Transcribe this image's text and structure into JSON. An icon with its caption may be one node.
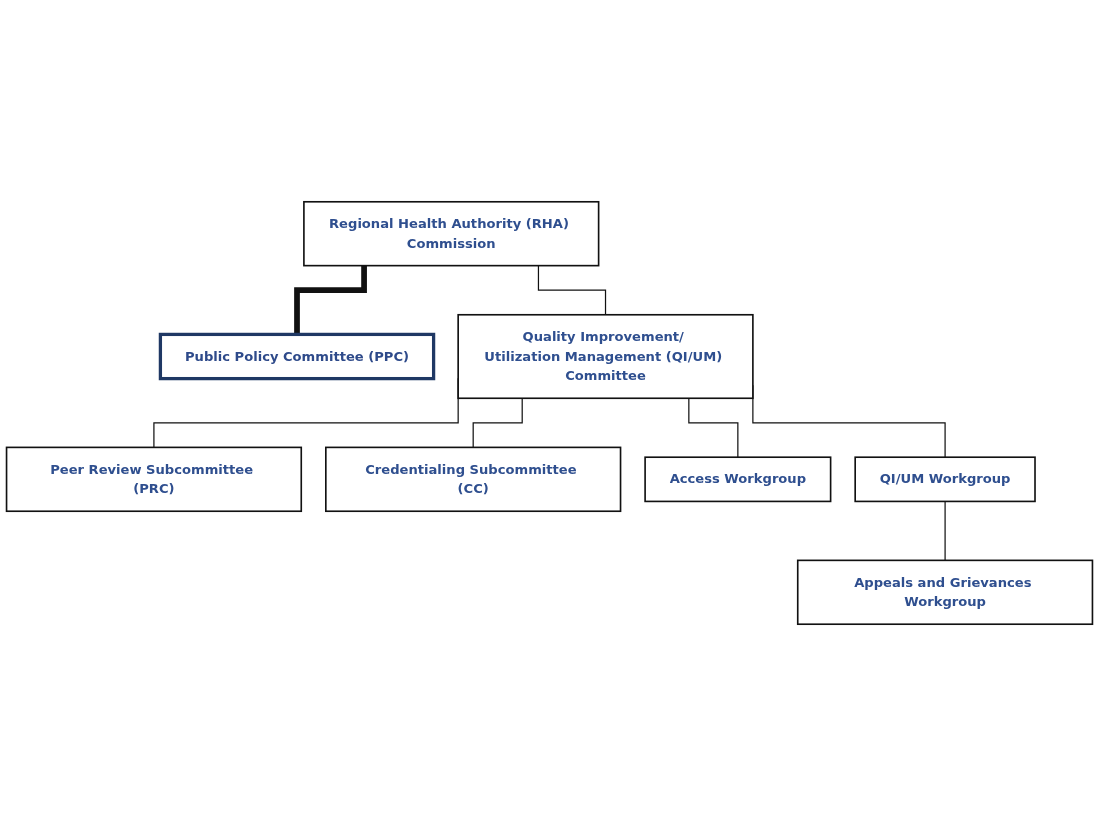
{
  "diagram": {
    "nodes": [
      {
        "text": [
          "Regional Health Authority (RHA) Commission"
        ]
      },
      {
        "text": [
          "Public Policy Committee (PPC)"
        ]
      },
      {
        "text": [
          "Quality Improvement/ Utilization Management (QI/UM) Committee"
        ]
      },
      {
        "text": [
          "Peer Review Subcommittee (PRC)"
        ]
      },
      {
        "text": [
          "Credentialing Subcommittee (CC)"
        ]
      },
      {
        "text": [
          "Access Workgroup"
        ]
      },
      {
        "text": [
          "QI/UM Workgroup"
        ]
      },
      {
        "text": [
          "Appeals and Grievances Workgroup"
        ]
      }
    ],
    "edges": [
      {
        "from": 0,
        "to": 1,
        "arrow": "none",
        "style": "thick"
      },
      {
        "from": 0,
        "to": 2,
        "arrow": "none"
      },
      {
        "from": 2,
        "to": 3,
        "arrow": "none"
      },
      {
        "from": 2,
        "to": 4,
        "arrow": "none"
      },
      {
        "from": 2,
        "to": 5,
        "arrow": "none"
      },
      {
        "from": 2,
        "to": 6,
        "arrow": "none"
      },
      {
        "from": 6,
        "to": 7,
        "arrow": "none"
      }
    ]
  }
}
